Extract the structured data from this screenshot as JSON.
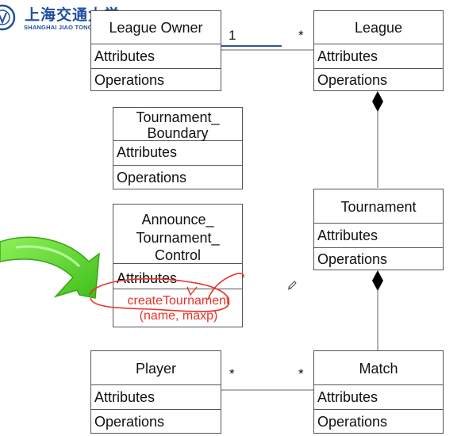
{
  "logo": {
    "chinese_name": "上海交通大学",
    "english_name": "SHANGHAI JIAO TONG UNIVERSITY"
  },
  "classes": {
    "league_owner": {
      "name": "League Owner",
      "attributes": "Attributes",
      "operations": "Operations"
    },
    "league": {
      "name": "League",
      "attributes": "Attributes",
      "operations": "Operations"
    },
    "tournament_boundary": {
      "name_line1": "Tournament_",
      "name_line2": "Boundary",
      "attributes": "Attributes",
      "operations": "Operations"
    },
    "announce_control": {
      "name_line1": "Announce_",
      "name_line2": "Tournament_",
      "name_line3": "Control",
      "attributes": "Attributes"
    },
    "tournament": {
      "name": "Tournament",
      "attributes": "Attributes",
      "operations": "Operations"
    },
    "player": {
      "name": "Player",
      "attributes": "Attributes",
      "operations": "Operations"
    },
    "match": {
      "name": "Match",
      "attributes": "Attributes",
      "operations": "Operations"
    }
  },
  "associations": {
    "owner_league": {
      "owner_multiplicity": "1",
      "league_multiplicity": "*"
    },
    "player_match": {
      "player_multiplicity": "*",
      "match_multiplicity": "*"
    }
  },
  "annotation": {
    "operation_line1": "createTournament",
    "operation_line2": "(name, maxp)",
    "ink_color": "#e8322a",
    "arrow_color": "#63d934"
  }
}
